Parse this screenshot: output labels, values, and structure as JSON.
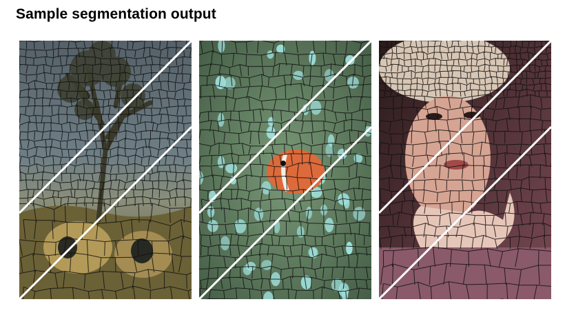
{
  "page": {
    "title": "Sample segmentation output"
  },
  "panels": [
    {
      "id": "desert-tree-superpixels",
      "palette": "desert",
      "colors": {
        "sky": "#4a5560",
        "ground": "#8a7a4a",
        "accent": "#c9b06a"
      }
    },
    {
      "id": "clownfish-anemone-superpixels",
      "palette": "reef",
      "colors": {
        "base": "#5f7a5c",
        "tips": "#8fd6d6",
        "fish": "#e06a3a"
      }
    },
    {
      "id": "portrait-superpixels",
      "palette": "portrait",
      "colors": {
        "skin": "#d9a89a",
        "bg": "#4a2a2a",
        "hat": "#d8c8b8"
      }
    }
  ],
  "colors": {
    "boundary": "#000000",
    "divider": "#ffffff",
    "background": "#ffffff"
  }
}
